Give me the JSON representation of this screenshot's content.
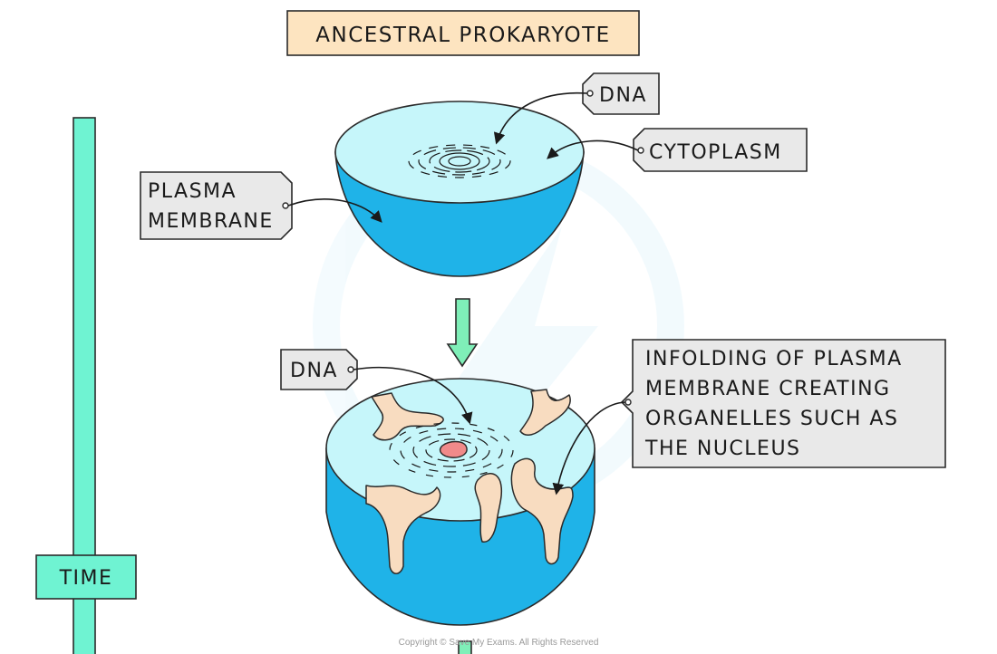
{
  "title": "ANCESTRAL PROKARYOTE",
  "labels": {
    "dna_top": "DNA",
    "cytoplasm": "CYTOPLASM",
    "plasma_membrane_line1": "PLASMA",
    "plasma_membrane_line2": "MEMBRANE",
    "dna_bottom": "DNA",
    "infolding_line1": "INFOLDING OF PLASMA",
    "infolding_line2": "MEMBRANE CREATING",
    "infolding_line3": "ORGANELLES SUCH AS",
    "infolding_line4": "THE NUCLEUS",
    "time": "TIME"
  },
  "copyright": "Copyright © Save My Exams. All Rights Reserved",
  "colors": {
    "title_bg": "#fde4c0",
    "cell_top": "#c6f6fa",
    "cell_side": "#1fb3e8",
    "time_bar": "#6ff3d2",
    "down_arrow": "#7fefb8",
    "nucleus": "#f08a8a",
    "infolding": "#f8dcc0"
  }
}
